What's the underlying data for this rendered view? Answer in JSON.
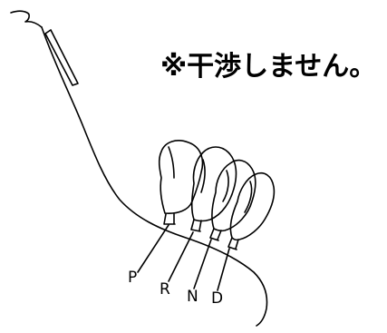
{
  "note": {
    "text": "※干渉しません。"
  },
  "positions": [
    {
      "id": "p",
      "label": "P"
    },
    {
      "id": "r",
      "label": "R"
    },
    {
      "id": "n",
      "label": "N"
    },
    {
      "id": "d",
      "label": "D"
    }
  ],
  "colors": {
    "line": "#000000",
    "background": "#ffffff"
  }
}
